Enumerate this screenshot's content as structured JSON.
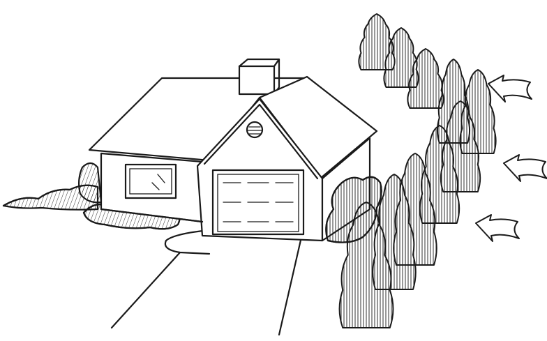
{
  "illustration": {
    "subject": "house-with-evergreen-windbreak",
    "colors": {
      "ink": "#1a1a1a",
      "paper": "#ffffff"
    },
    "wind_arrows": 3,
    "windbreak_trees": 10
  }
}
